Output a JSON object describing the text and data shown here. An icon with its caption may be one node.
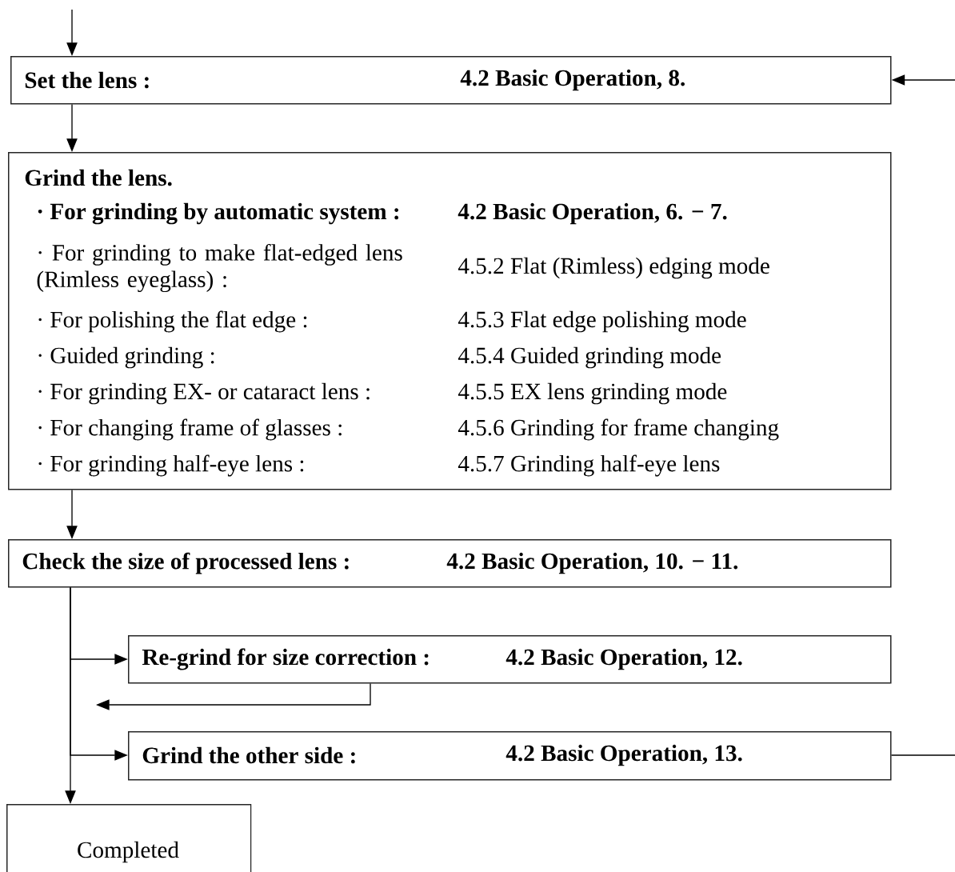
{
  "diagram": {
    "nodes": [
      {
        "text": [
          "Set the lens :",
          "4.2 Basic Operation, 8."
        ]
      },
      {
        "text": [
          "Grind the lens.",
          "· For grinding by automatic system :",
          "4.2 Basic Operation, 6. − 7.",
          "· For grinding to make flat-edged lens (Rimless eyeglass) :",
          "4.5.2 Flat (Rimless) edging mode",
          "· For polishing the flat edge :",
          "4.5.3 Flat edge polishing mode",
          "· Guided grinding :",
          "4.5.4 Guided grinding mode",
          "· For grinding EX- or cataract lens :",
          "4.5.5 EX lens grinding mode",
          "· For changing frame of glasses :",
          "4.5.6 Grinding for frame changing",
          "· For grinding half-eye lens :",
          "4.5.7 Grinding half-eye lens"
        ]
      },
      {
        "text": [
          "Check the size of processed lens :",
          "4.2 Basic Operation, 10. − 11."
        ]
      },
      {
        "text": [
          "Re-grind for size correction :",
          "4.2 Basic Operation, 12."
        ]
      },
      {
        "text": [
          "Grind the other side :",
          "4.2 Basic Operation, 13."
        ]
      },
      {
        "text": [
          "Completed"
        ]
      }
    ],
    "edges": [
      {
        "from": null,
        "to": 0,
        "arrow": "to"
      },
      {
        "from": 0,
        "to": 1,
        "arrow": "to"
      },
      {
        "from": 1,
        "to": 2,
        "arrow": "to"
      },
      {
        "from": 2,
        "to": 3,
        "arrow": "to"
      },
      {
        "from": 2,
        "to": 4,
        "arrow": "to"
      },
      {
        "from": 2,
        "to": 5,
        "arrow": "to"
      },
      {
        "from": 3,
        "to": null,
        "arrow": "to"
      },
      {
        "from": 4,
        "to": null,
        "arrow": "none"
      },
      {
        "from": null,
        "to": 0,
        "arrow": "to"
      }
    ]
  }
}
